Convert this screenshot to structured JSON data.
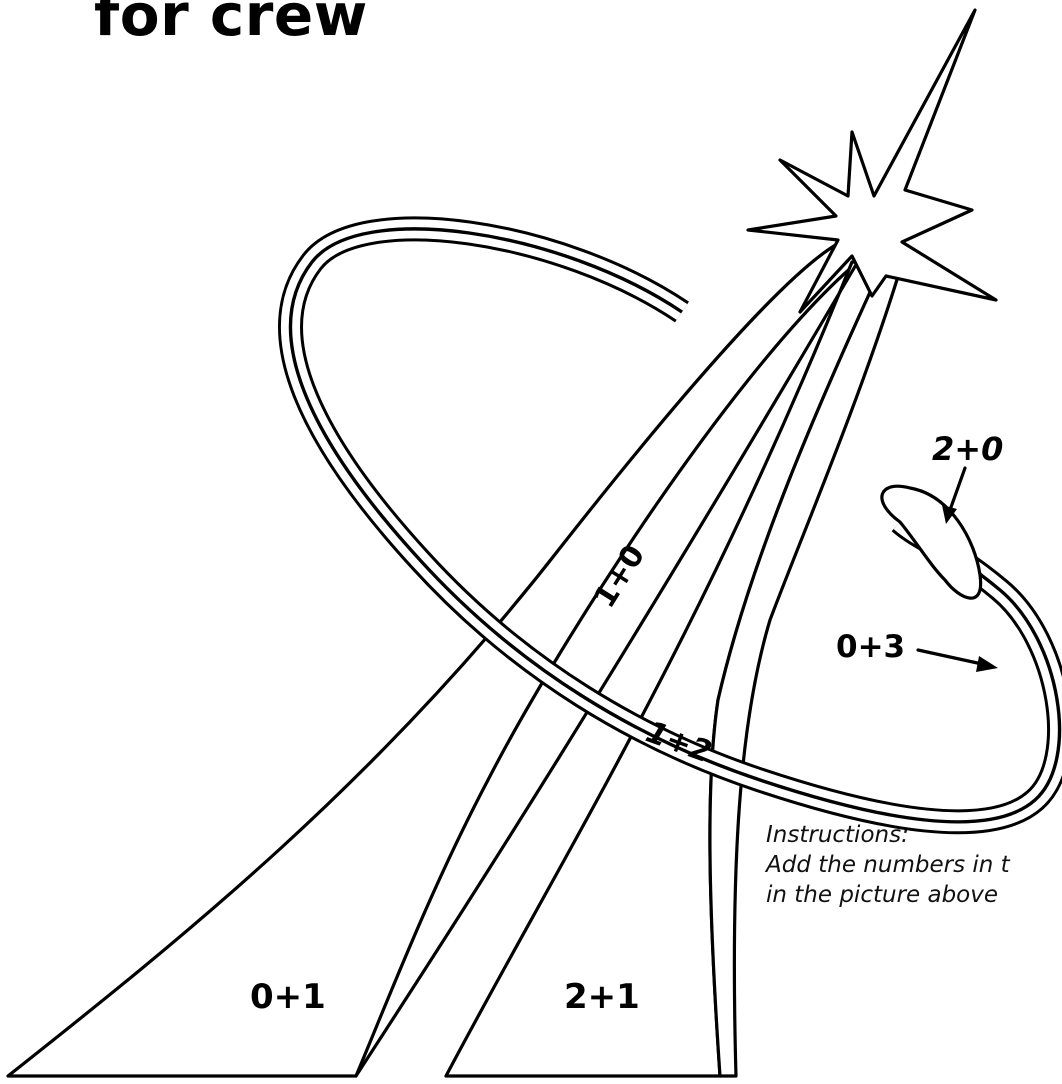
{
  "title": "for crew",
  "regions": [
    {
      "id": "left-beam",
      "label": "0+1"
    },
    {
      "id": "center-beam",
      "label": "2+1"
    },
    {
      "id": "beam-stripe",
      "label": "1+0"
    },
    {
      "id": "stripe-crossing",
      "label": "1+2"
    },
    {
      "id": "ring-tip",
      "label": "2+0"
    },
    {
      "id": "ring-band",
      "label": "0+3"
    }
  ],
  "instructions": {
    "heading": "Instructions:",
    "line1": "Add the numbers in t",
    "line2": "in the picture above"
  }
}
